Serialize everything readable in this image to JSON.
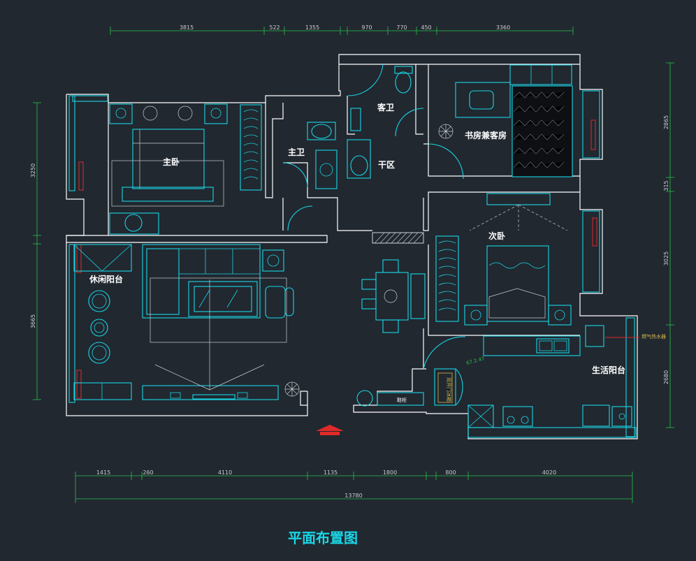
{
  "title": "平面布置图",
  "rooms": {
    "master_bedroom": "主卧",
    "master_bath": "主卫",
    "guest_bath": "客卫",
    "dry_area": "干区",
    "study_guest": "书房兼客房",
    "second_bedroom": "次卧",
    "leisure_balcony": "休闲阳台",
    "service_balcony": "生活阳台"
  },
  "labels": {
    "angle": "67.2.47",
    "cabinet": "双开门冰箱",
    "shoe": "鞋柜",
    "water_heater": "燃气热水器"
  },
  "dimensions": {
    "top": [
      "3815",
      "522",
      "1355",
      "970",
      "770",
      "450",
      "3360"
    ],
    "bottom": [
      "1415",
      "260",
      "4110",
      "1135",
      "1800",
      "800",
      "4020"
    ],
    "total": "13780",
    "left": [
      "3250",
      "3665"
    ],
    "right": [
      "2865",
      "315",
      "3025",
      "2680"
    ]
  },
  "colors": {
    "background": "#212830",
    "walls": "#ffffff",
    "furniture": "#19d6e6",
    "dimensions": "#27c24a",
    "accent": "#e02a2a",
    "title": "#19d6e6"
  }
}
